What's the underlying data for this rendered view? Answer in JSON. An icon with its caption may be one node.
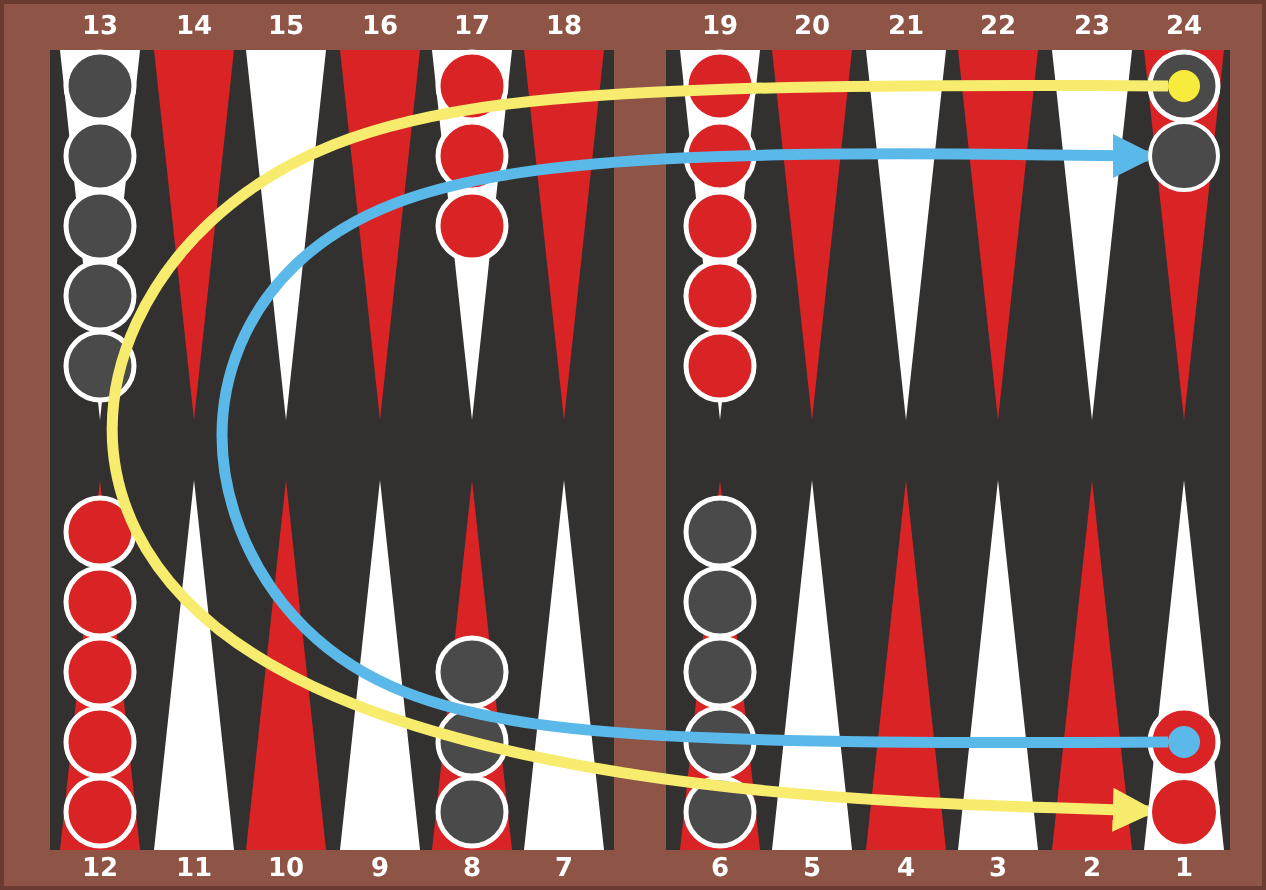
{
  "diagram": {
    "nodes": [
      {
        "text": [],
        "shape": "circle"
      },
      {
        "text": [],
        "shape": "circle"
      },
      {
        "text": [],
        "shape": "circle"
      },
      {
        "text": [],
        "shape": "circle"
      }
    ],
    "edges": [
      {
        "from": 0,
        "to": 3,
        "arrow": "to",
        "color": "#f7ec6e"
      },
      {
        "from": 2,
        "to": 1,
        "arrow": "to",
        "color": "#5bb9e9"
      }
    ],
    "labels": [
      "13",
      "14",
      "15",
      "16",
      "17",
      "18",
      "19",
      "20",
      "21",
      "22",
      "23",
      "24",
      "12",
      "11",
      "10",
      "9",
      "8",
      "7",
      "6",
      "5",
      "4",
      "3",
      "2",
      "1"
    ]
  }
}
